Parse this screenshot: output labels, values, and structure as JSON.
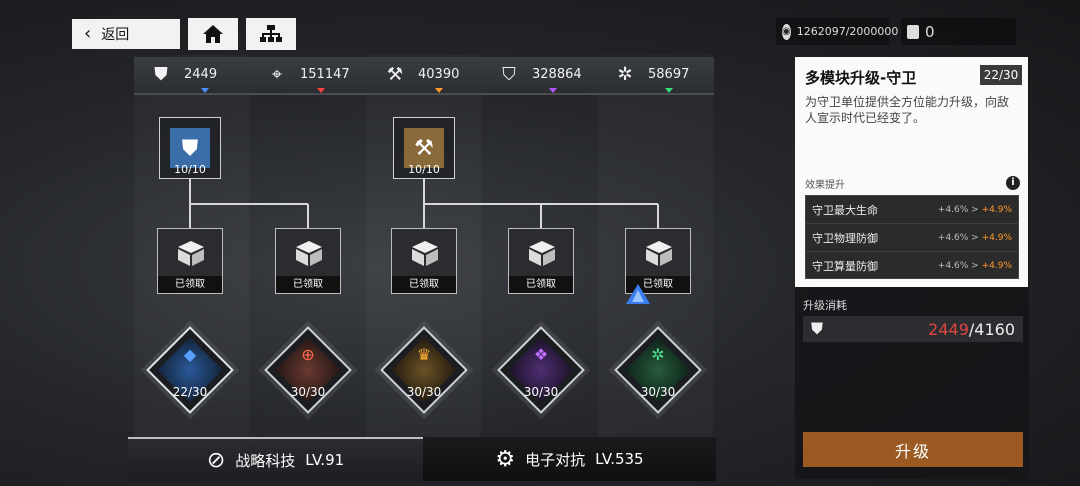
{
  "nav": {
    "back_label": "返回",
    "home_icon": "home-icon",
    "tree_icon": "tree-icon"
  },
  "currency": {
    "coin_value": "1262097/2000000",
    "card_value": "0"
  },
  "resources": [
    {
      "icon": "guard-resource-icon",
      "glyph": "⛊",
      "value": "2449",
      "color": "#4a8cff"
    },
    {
      "icon": "target-resource-icon",
      "glyph": "⌖",
      "value": "151147",
      "color": "#ff4040"
    },
    {
      "icon": "hammer-resource-icon",
      "glyph": "⚒",
      "value": "40390",
      "color": "#ff9a2a"
    },
    {
      "icon": "shield-resource-icon",
      "glyph": "⛉",
      "value": "328864",
      "color": "#b056ff"
    },
    {
      "icon": "spark-resource-icon",
      "glyph": "✲",
      "value": "58697",
      "color": "#36e07a"
    }
  ],
  "tree": {
    "top_nodes": [
      {
        "count": "10/10",
        "glyph": "⛊",
        "color": "#3b6ea8"
      },
      {
        "count": "10/10",
        "glyph": "⚒",
        "color": "#8a6a3a"
      }
    ],
    "reward_label": "已领取",
    "rewards": [
      "已领取",
      "已领取",
      "已领取",
      "已领取",
      "已领取"
    ],
    "modules": [
      {
        "level": "22/30",
        "color": "#5aa0ff",
        "glyph": "◆"
      },
      {
        "level": "30/30",
        "color": "#ff6a50",
        "glyph": "⊕"
      },
      {
        "level": "30/30",
        "color": "#ffae3a",
        "glyph": "♛"
      },
      {
        "level": "30/30",
        "color": "#c070ff",
        "glyph": "❖"
      },
      {
        "level": "30/30",
        "color": "#50e090",
        "glyph": "✲"
      }
    ]
  },
  "tabs": {
    "left_label": "战略科技",
    "left_level": "LV.91",
    "right_label": "电子对抗",
    "right_level": "LV.535"
  },
  "info": {
    "title": "多模块升级-守卫",
    "badge": "22/30",
    "description": "为守卫单位提供全方位能力升级，向敌人宣示时代已经变了。",
    "effect_header": "效果提升",
    "effects": [
      {
        "name": "守卫最大生命",
        "base": "+4.6% >",
        "next": "+4.9%"
      },
      {
        "name": "守卫物理防御",
        "base": "+4.6% >",
        "next": "+4.9%"
      },
      {
        "name": "守卫算量防御",
        "base": "+4.6% >",
        "next": "+4.9%"
      }
    ]
  },
  "cost": {
    "header": "升级消耗",
    "have": "2449",
    "need": "/4160"
  },
  "upgrade_label": "升级"
}
